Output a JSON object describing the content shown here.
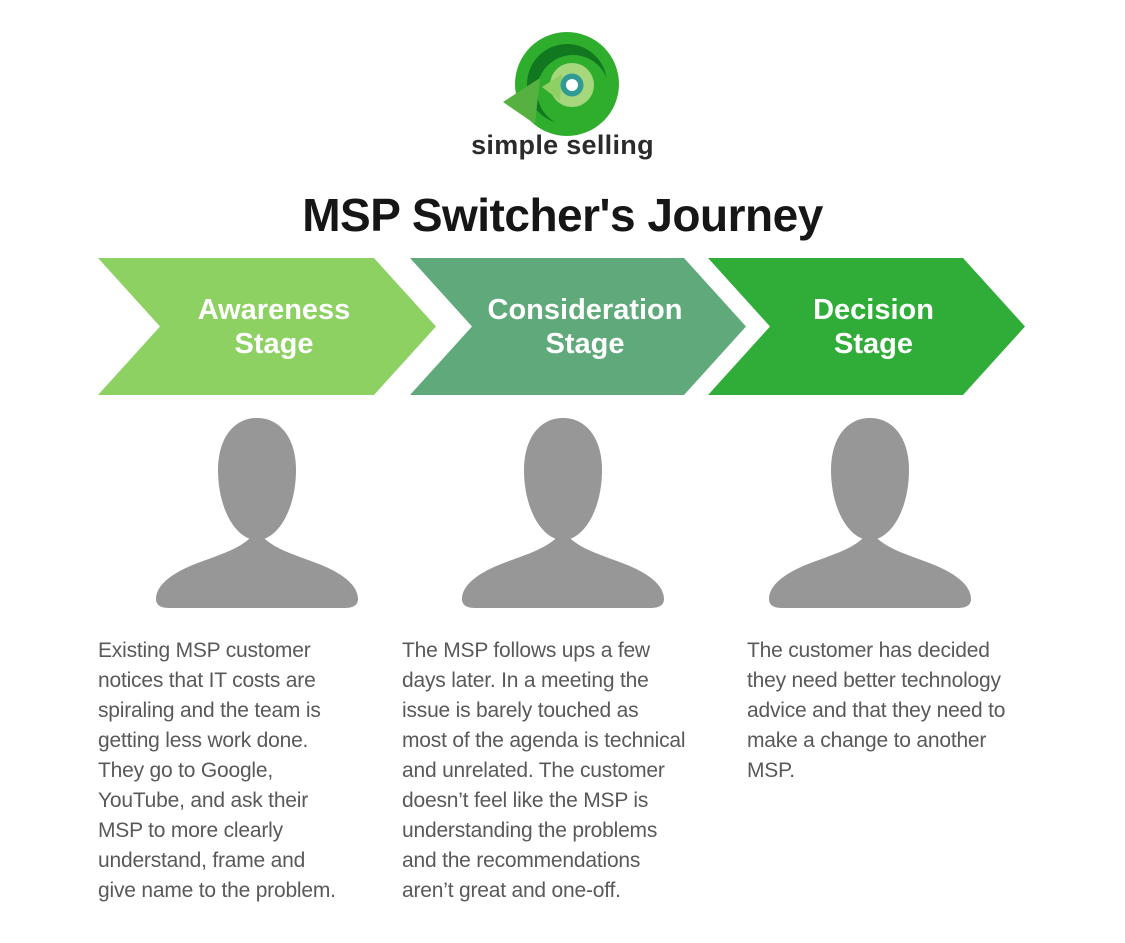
{
  "brand": {
    "wordmark": "simple selling",
    "logo_icon": "circular-arrow-logo-icon",
    "logo_colors": {
      "circle": "#2fae2e",
      "swoosh_dark": "#11781f",
      "arrow_mid": "#57b140",
      "arrow_light": "#8ed063",
      "inner_disc": "#a6d77d",
      "core_ring": "#2f9b93",
      "core_center": "#ffffff"
    }
  },
  "title": "MSP Switcher's Journey",
  "stages": [
    {
      "label": "Awareness\nStage",
      "arrow_color": "#8cd161",
      "persona_icon": "person-silhouette-icon",
      "description": "Existing MSP customer\nnotices that IT costs are\nspiraling and the team is\ngetting less work done.\nThey go to Google,\nYouTube, and ask their\nMSP to more clearly\nunderstand, frame and\ngive name to the problem."
    },
    {
      "label": "Consideration\nStage",
      "arrow_color": "#5fa97a",
      "persona_icon": "person-silhouette-icon",
      "description": "The MSP follows ups a few\ndays later. In a meeting the\nissue is barely touched as\nmost of the agenda is technical\nand unrelated. The customer\ndoesn’t feel like the MSP is\nunderstanding the problems\nand the recommendations\naren’t great and one-off."
    },
    {
      "label": "Decision\nStage",
      "arrow_color": "#2fad38",
      "persona_icon": "person-silhouette-icon",
      "description": "The customer has decided\nthey need better technology\nadvice and that they need to\nmake a change to another\nMSP."
    }
  ],
  "colors": {
    "background": "#ffffff",
    "title_text": "#161616",
    "wordmark_text": "#2b2b2b",
    "stage_label_text": "#ffffff",
    "silhouette": "#979797",
    "description_text": "#58595b"
  }
}
